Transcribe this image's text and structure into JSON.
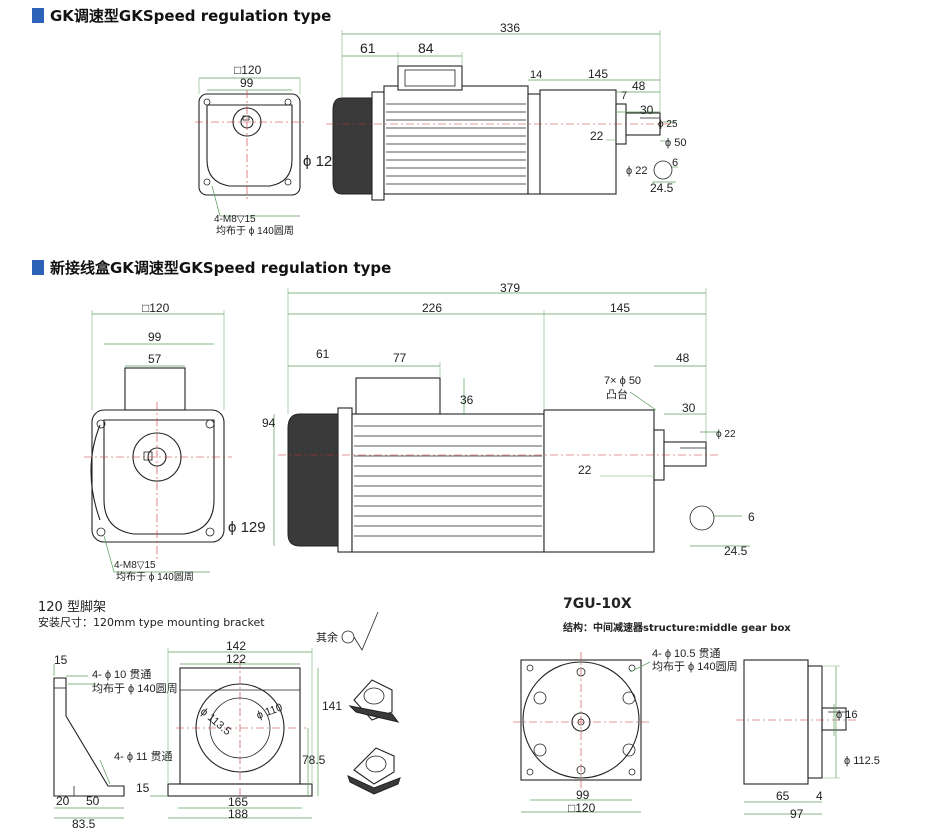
{
  "section1": {
    "title": "GK调速型GKSpeed regulation type"
  },
  "section2": {
    "title": "新接线盒GK调速型GKSpeed regulation type"
  },
  "bracket": {
    "title": "120 型脚架",
    "subtitle": "安装尺寸：120mm type mounting bracket",
    "other": "其余"
  },
  "gearbox": {
    "title": "7GU-10X",
    "subtitle": "结构：中间减速器structure:middle gear box"
  },
  "colors": {
    "accent": "#2c63b8",
    "dimension": "#5a9c5a"
  },
  "dims1": {
    "sq120": "□120",
    "d99": "99",
    "phi129": "ϕ 129",
    "holes": "4-M8▽15",
    "pcd": "均布于 ϕ 140圆周",
    "d336": "336",
    "d61": "61",
    "d84": "84",
    "d14": "14",
    "d145": "145",
    "d48": "48",
    "d7": "7",
    "d30": "30",
    "phi25": "ϕ 25",
    "phi50": "ϕ 50",
    "d22": "22",
    "phi22": "ϕ 22",
    "d6": "6",
    "d24_5": "24.5"
  },
  "dims2": {
    "sq120": "□120",
    "d99": "99",
    "d57": "57",
    "d94": "94",
    "phi129": "ϕ 129",
    "holes": "4-M8▽15",
    "pcd": "均布于 ϕ 140圆周",
    "d379": "379",
    "d226": "226",
    "d145": "145",
    "d61": "61",
    "d77": "77",
    "d36": "36",
    "d48": "48",
    "boss": "7× ϕ 50",
    "boss2": "凸台",
    "d30": "30",
    "phi22": "ϕ 22",
    "d22": "22",
    "d6": "6",
    "d24_5": "24.5"
  },
  "dims3": {
    "d15a": "15",
    "hole10": "4- ϕ 10 贯通",
    "hole10b": "均布于 ϕ 140圆周",
    "hole11": "4- ϕ 11 贯通",
    "d20": "20",
    "d50": "50",
    "d83_5": "83.5",
    "d142": "142",
    "d122": "122",
    "phi113_5": "ϕ 113.5",
    "phi110": "ϕ 110",
    "d141": "141",
    "d78_5": "78.5",
    "d15b": "15",
    "d165": "165",
    "d188": "188"
  },
  "dims4": {
    "hole": "4- ϕ 10.5 贯通",
    "hole_b": "均布于 ϕ 140圆周",
    "d99": "99",
    "sq120": "□120",
    "phi16": "ϕ 16",
    "phi112_5": "ϕ 112.5",
    "d65": "65",
    "d4": "4",
    "d97": "97"
  }
}
